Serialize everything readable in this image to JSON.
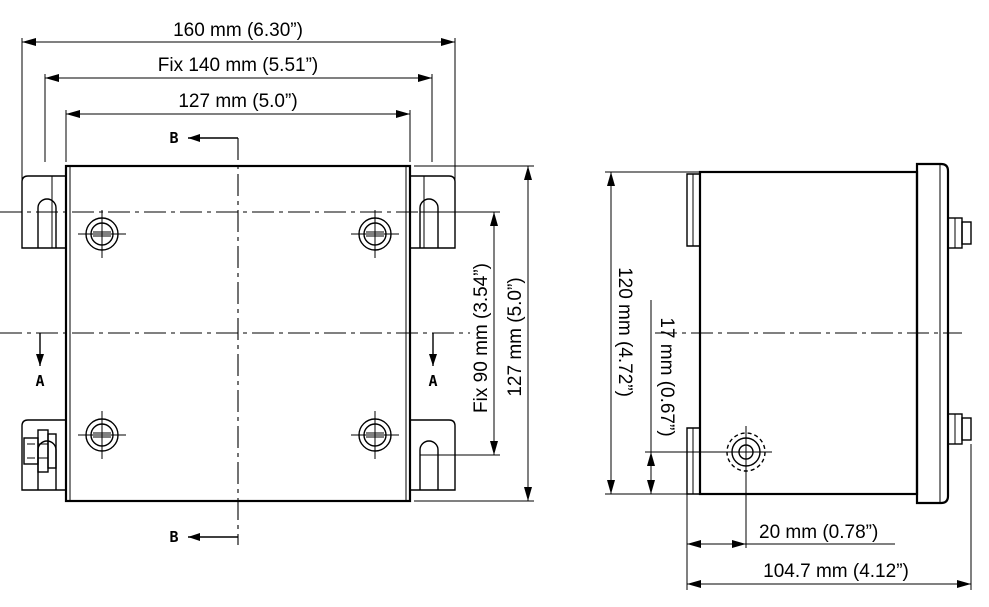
{
  "front_view": {
    "dim_overall_width": "160 mm (6.30”)",
    "dim_fix_width": "Fix 140 mm (5.51”)",
    "dim_body_width": "127 mm (5.0”)",
    "dim_fix_height": "Fix 90 mm (3.54”)",
    "dim_body_height": "127 mm (5.0”)",
    "section_b_label": "B",
    "section_a_label": "A"
  },
  "side_view": {
    "dim_height": "120 mm (4.72”)",
    "dim_shaft_height": "17 mm (0.67”)",
    "dim_shaft_offset": "20 mm (0.78”)",
    "dim_depth": "104.7 mm (4.12”)"
  }
}
